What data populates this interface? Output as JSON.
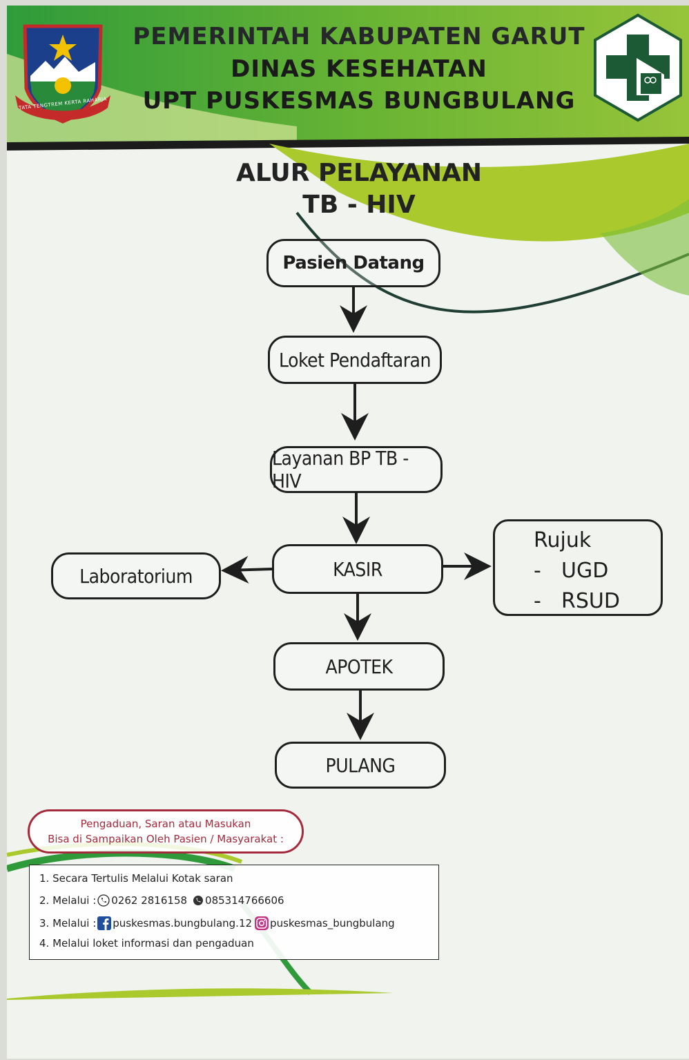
{
  "header": {
    "line1": "PEMERINTAH KABUPATEN GARUT",
    "line2": "DINAS KESEHATAN",
    "line3": "UPT PUSKESMAS BUNGBULANG",
    "logo_motto": "TATA TENGTREM KERTA RAHARJA"
  },
  "title": {
    "line1": "ALUR PELAYANAN",
    "line2": "TB - HIV"
  },
  "flow": {
    "step1": "Pasien Datang",
    "step2": "Loket Pendaftaran",
    "step3": "Layanan BP TB - HIV",
    "step4": "KASIR",
    "lab": "Laboratorium",
    "step5": "APOTEK",
    "step6": "PULANG",
    "rujuk": {
      "title": "Rujuk",
      "item1": "UGD",
      "item2": "RSUD",
      "dash": "-"
    }
  },
  "complaint": {
    "line1": "Pengaduan, Saran atau Masukan",
    "line2": "Bisa di Sampaikan Oleh Pasien / Masyarakat :"
  },
  "contacts": {
    "item1": "1. Secara Tertulis Melalui Kotak saran",
    "item2_prefix": "2. Melalui :",
    "phone": "0262 2816158",
    "whatsapp": "085314766606",
    "item3_prefix": "3. Melalui :",
    "facebook": "puskesmas.bungbulang.12",
    "instagram": "puskesmas_bungbulang",
    "item4": "4. Melalui loket informasi dan pengaduan"
  },
  "colors": {
    "green_dark": "#2e9a3a",
    "green_light": "#a9c92c",
    "complaint_red": "#a52a3c"
  }
}
